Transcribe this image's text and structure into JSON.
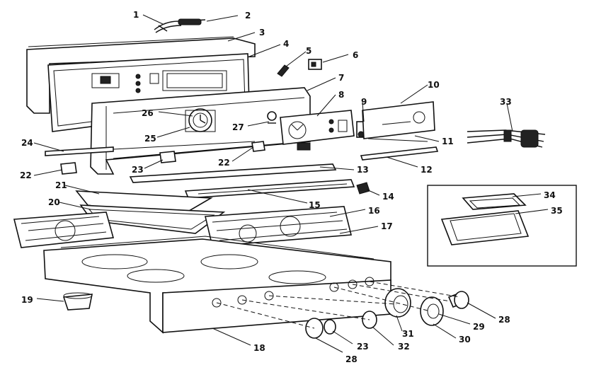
{
  "diagram": {
    "labels": {
      "p1": "1",
      "p2": "2",
      "p3": "3",
      "p4": "4",
      "p5": "5",
      "p6": "6",
      "p7": "7",
      "p8": "8",
      "p9": "9",
      "p10": "10",
      "p11": "11",
      "p12": "12",
      "p13": "13",
      "p14": "14",
      "p15": "15",
      "p16": "16",
      "p17": "17",
      "p18": "18",
      "p19": "19",
      "p20": "20",
      "p21": "21",
      "p22a": "22",
      "p22b": "22",
      "p23a": "23",
      "p23b": "23",
      "p24": "24",
      "p25": "25",
      "p26": "26",
      "p27": "27",
      "p28a": "28",
      "p28b": "28",
      "p29": "29",
      "p30": "30",
      "p31": "31",
      "p32": "32",
      "p33": "33",
      "p34": "34",
      "p35": "35"
    }
  }
}
